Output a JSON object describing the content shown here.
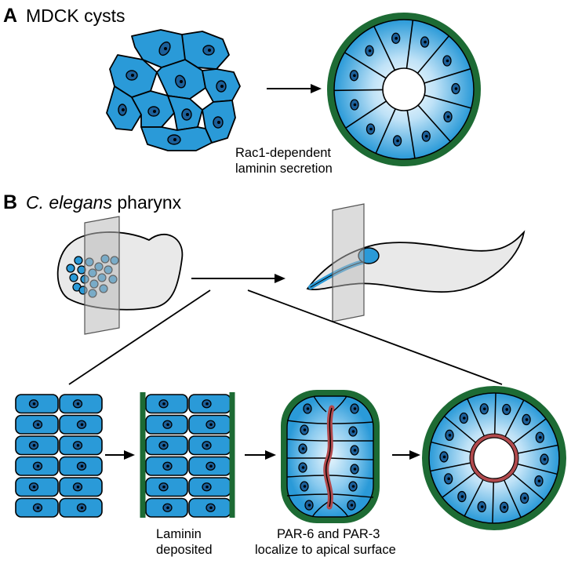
{
  "panel_a": {
    "label": "A",
    "title": "MDCK cysts",
    "caption_line1": "Rac1-dependent",
    "caption_line2": "laminin secretion"
  },
  "panel_b": {
    "label": "B",
    "title_italic": "C. elegans",
    "title_rest": " pharynx",
    "caption_laminin_line1": "Laminin",
    "caption_laminin_line2": "deposited",
    "caption_par_line1": "PAR-6 and PAR-3",
    "caption_par_line2": "localize to apical surface"
  },
  "colors": {
    "cell_blue": "#2a9ad8",
    "nucleus_blue": "#1b5f9a",
    "basement_green": "#1d6b34",
    "apical_red": "#b24a4d",
    "embryo_gray": "#e9e9e9",
    "plane_gray": "#b9b9b9"
  }
}
